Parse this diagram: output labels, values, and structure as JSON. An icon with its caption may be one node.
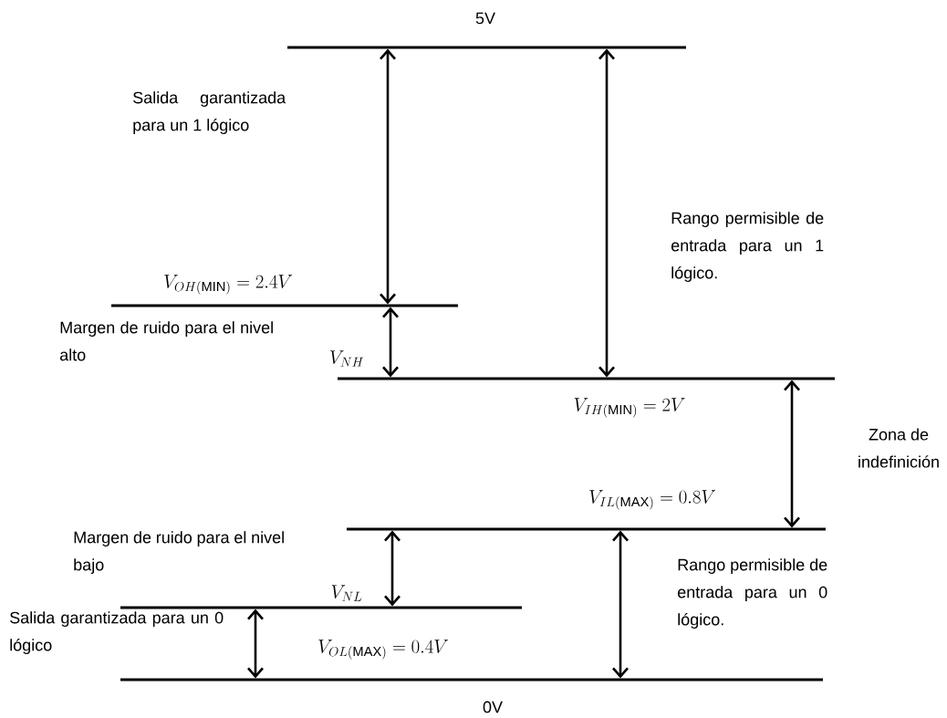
{
  "diagram": {
    "labels": [
      "5V",
      "Salida garantizada para un 1 lógico",
      "Rango permisible de entrada para un 1 lógico.",
      "V_{OH(\\mathrm{MIN})} = 2.4V",
      "Margen de ruido para el nivel alto",
      "V_{NH}",
      "V_{IH(\\mathrm{MIN})} = 2V",
      "Zona de indefinición",
      "V_{IL(\\mathrm{MAX})} = 0.8V",
      "Margen de ruido para el nivel bajo",
      "V_{NL}",
      "Rango permisible de entrada para un 0 lógico.",
      "Salida garantizada para un 0 lógico",
      "V_{OL(\\mathrm{MAX})} = 0.4V",
      "0V"
    ]
  }
}
